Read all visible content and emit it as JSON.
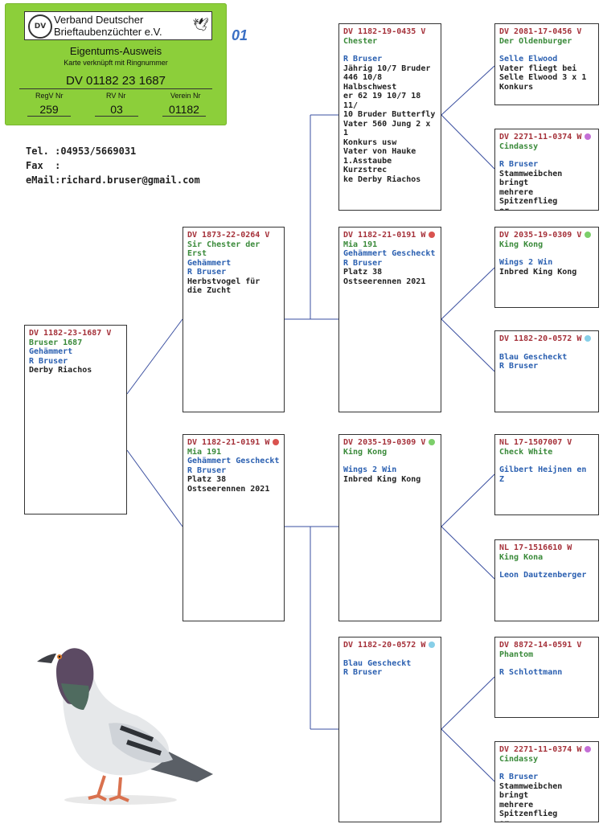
{
  "card": {
    "org_line1": "Verband Deutscher",
    "org_line2": "Brieftaubenzüchter e.V.",
    "title": "Eigentums-Ausweis",
    "subtitle": "Karte verknüpft mit Ringnummer",
    "ring": "DV 01182 23 1687",
    "labels": [
      "RegV Nr",
      "RV Nr",
      "Verein Nr"
    ],
    "values": [
      "259",
      "03",
      "01182"
    ]
  },
  "page_number": "01",
  "contact": {
    "tel": "Tel. :04953/5669031",
    "fax": "Fax  :",
    "email": "eMail:richard.bruser@gmail.com"
  },
  "birds": {
    "main": {
      "ring": "DV 1182-23-1687 V",
      "name": "Bruser 1687",
      "color": "Gehämmert",
      "breeder": "R Bruser",
      "notes": "Derby Riachos"
    },
    "father": {
      "ring": "DV 1873-22-0264 V",
      "name": "Sir Chester der Erst",
      "color": "Gehämmert",
      "breeder": "R Bruser",
      "notes": "Herbstvogel für\ndie Zucht"
    },
    "mother": {
      "ring": "DV 1182-21-0191 W",
      "dot": "#d9534f",
      "name": "Mia 191",
      "color": "Gehämmert Gescheckt",
      "breeder": "R Bruser",
      "notes": "Platz 38\nOstseerennen 2021"
    },
    "ff": {
      "ring": "DV 1182-19-0435 V",
      "name": "Chester",
      "breeder": "R Bruser",
      "notes": "Jährig 10/7 Bruder\n446 10/8 Halbschwest\ner 62 19 10/7 18 11/\n10 Bruder Butterfly\nVater 560 Jung 2 x 1\nKonkurs usw\nVater von Hauke\n1.Asstaube Kurzstrec\nke Derby Riachos"
    },
    "fm": {
      "ring": "DV 1182-21-0191 W",
      "dot": "#d9534f",
      "name": "Mia 191",
      "color": "Gehämmert Gescheckt",
      "breeder": "R Bruser",
      "notes": "Platz 38\nOstseerennen 2021"
    },
    "mf": {
      "ring": "DV 2035-19-0309 V",
      "dot": "#7ccf6a",
      "name": "King Kong",
      "breeder": "Wings 2 Win",
      "notes": "Inbred King Kong"
    },
    "mm": {
      "ring": "DV 1182-20-0572 W",
      "dot": "#87cfe8",
      "color": "Blau Gescheckt",
      "breeder": "R Bruser"
    },
    "fff": {
      "ring": "DV 2081-17-0456 V",
      "name": "Der Oldenburger",
      "breeder": "Selle Elwood",
      "notes": "Vater fliegt bei\nSelle Elwood 3 x 1\nKonkurs"
    },
    "ffm": {
      "ring": "DV 2271-11-0374 W",
      "dot": "#c46fd6",
      "name": "Cindassy",
      "breeder": "R Bruser",
      "notes": "Stammweibchen bringt\nmehrere Spitzenflieg\ner"
    },
    "fmf": {
      "ring": "DV 2035-19-0309 V",
      "dot": "#7ccf6a",
      "name": "King Kong",
      "breeder": "Wings 2 Win",
      "notes": "Inbred King Kong"
    },
    "fmm": {
      "ring": "DV 1182-20-0572 W",
      "dot": "#87cfe8",
      "color": "Blau Gescheckt",
      "breeder": "R Bruser"
    },
    "mff": {
      "ring": "NL 17-1507007 V",
      "name": "Check White",
      "breeder": "Gilbert Heijnen en Z"
    },
    "mfm": {
      "ring": "NL 17-1516610 W",
      "name": "King Kona",
      "breeder": "Leon Dautzenberger"
    },
    "mmf": {
      "ring": "DV 8872-14-0591 V",
      "name": "Phantom",
      "breeder": "R Schlottmann"
    },
    "mmm": {
      "ring": "DV 2271-11-0374 W",
      "dot": "#c46fd6",
      "name": "Cindassy",
      "breeder": "R Bruser",
      "notes": "Stammweibchen bringt\nmehrere Spitzenflieg\ner"
    }
  }
}
